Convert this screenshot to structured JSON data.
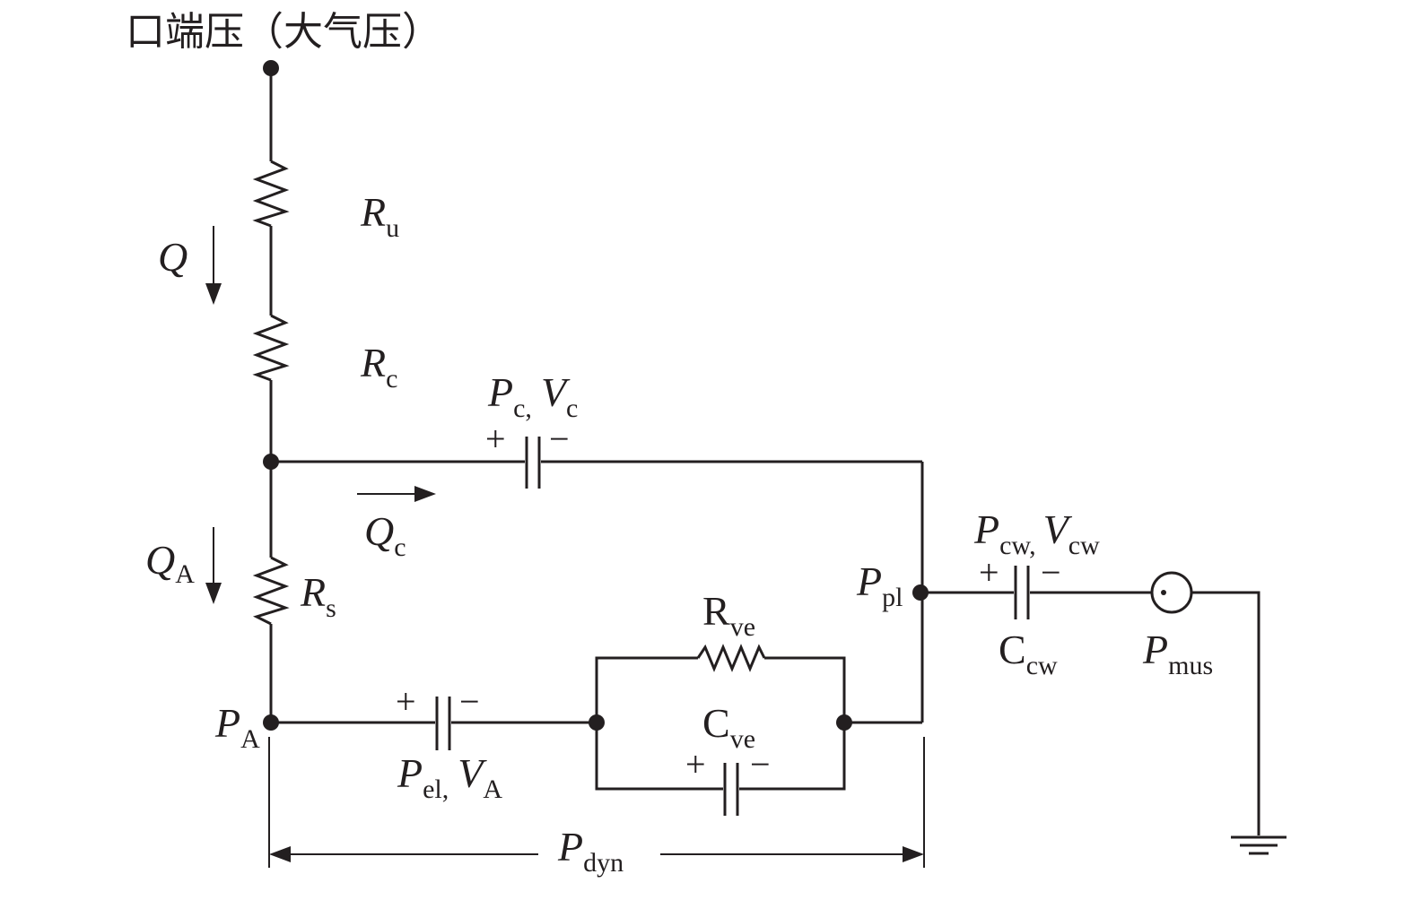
{
  "title": "口端压（大气压）",
  "labels": {
    "Ru": {
      "main": "R",
      "sub": "u"
    },
    "Rc": {
      "main": "R",
      "sub": "c"
    },
    "Rs": {
      "main": "R",
      "sub": "s"
    },
    "Q": {
      "main": "Q"
    },
    "QA": {
      "main": "Q",
      "sub": "A"
    },
    "Qc": {
      "main": "Q",
      "sub": "c"
    },
    "PcVc": {
      "p": "P",
      "psub": "c,",
      "v": "V",
      "vsub": "c"
    },
    "PA": {
      "main": "P",
      "sub": "A"
    },
    "Ppl": {
      "main": "P",
      "sub": "pl"
    },
    "PcwVcw": {
      "p": "P",
      "psub": "cw,",
      "v": "V",
      "vsub": "cw"
    },
    "Ccw": {
      "main": "C",
      "sub": "cw"
    },
    "Pmus": {
      "main": "P",
      "sub": "mus"
    },
    "Rve": {
      "main": "R",
      "sub": "ve"
    },
    "Cve": {
      "main": "C",
      "sub": "ve"
    },
    "PelVA": {
      "p": "P",
      "psub": "el,",
      "v": "V",
      "vsub": "A"
    },
    "Pdyn": {
      "main": "P",
      "sub": "dyn"
    }
  },
  "signs": {
    "plus": "+",
    "minus": "−"
  }
}
